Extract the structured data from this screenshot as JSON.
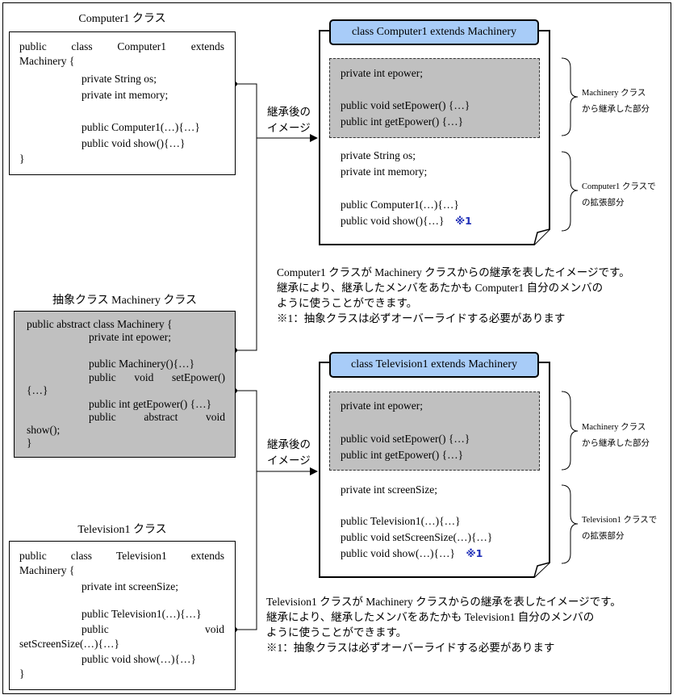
{
  "computer1_title": "Computer1 クラス",
  "computer1_code": [
    "public",
    "class",
    "Computer1",
    "extends",
    "Machinery {",
    "private String os;",
    "private int memory;",
    "public Computer1(…){…}",
    "public void show(){…}",
    "}"
  ],
  "machinery_title": "抽象クラス Machinery クラス",
  "machinery_code": [
    "public abstract class Machinery {",
    "private int epower;",
    "public Machinery(){…}",
    "public",
    "void",
    "setEpower()",
    "{…}",
    "public int getEpower() {…}",
    "public",
    "abstract",
    "void",
    "show();",
    "}"
  ],
  "television1_title": "Television1 クラス",
  "television1_code": [
    "public",
    "class",
    "Television1",
    "extends",
    "Machinery {",
    "private int screenSize;",
    "public Television1(…){…}",
    "public",
    "void",
    "setScreenSize(…){…}",
    "public void show(…){…}",
    "}"
  ],
  "arrow_label": [
    "継承後の",
    "イメージ"
  ],
  "doc1": {
    "header": "class Computer1 extends Machinery",
    "inherited": [
      "private int epower;",
      "public void setEpower() {…}",
      "public int getEpower() {…}"
    ],
    "own": [
      "private String os;",
      "private int memory;",
      "public Computer1(…){…}",
      "public void show(){…}"
    ],
    "mark": "※1",
    "note_inherited": [
      "Machinery クラス",
      "から継承した部分"
    ],
    "note_own": [
      "Computer1 クラスで",
      "の拡張部分"
    ]
  },
  "doc2": {
    "header": "class Television1 extends Machinery",
    "inherited": [
      "private int epower;",
      "public void setEpower() {…}",
      "public int getEpower() {…}"
    ],
    "own": [
      "private int screenSize;",
      "public Television1(…){…}",
      "public void setScreenSize(…){…}",
      "public void show(…){…}"
    ],
    "mark": "※1",
    "note_inherited": [
      "Machinery クラス",
      "から継承した部分"
    ],
    "note_own": [
      "Television1 クラスで",
      "の拡張部分"
    ]
  },
  "desc1": [
    "Computer1 クラスが Machinery クラスからの継承を表したイメージです。",
    "継承により、継承したメンバをあたかも Computer1 自分のメンバの",
    "ように使うことができます。",
    "※1：抽象クラスは必ずオーバーライドする必要があります"
  ],
  "desc2": [
    "Television1 クラスが Machinery クラスからの継承を表したイメージです。",
    "継承により、継承したメンバをあたかも Television1 自分のメンバの",
    "ように使うことができます。",
    "※1：抽象クラスは必ずオーバーライドする必要があります"
  ]
}
